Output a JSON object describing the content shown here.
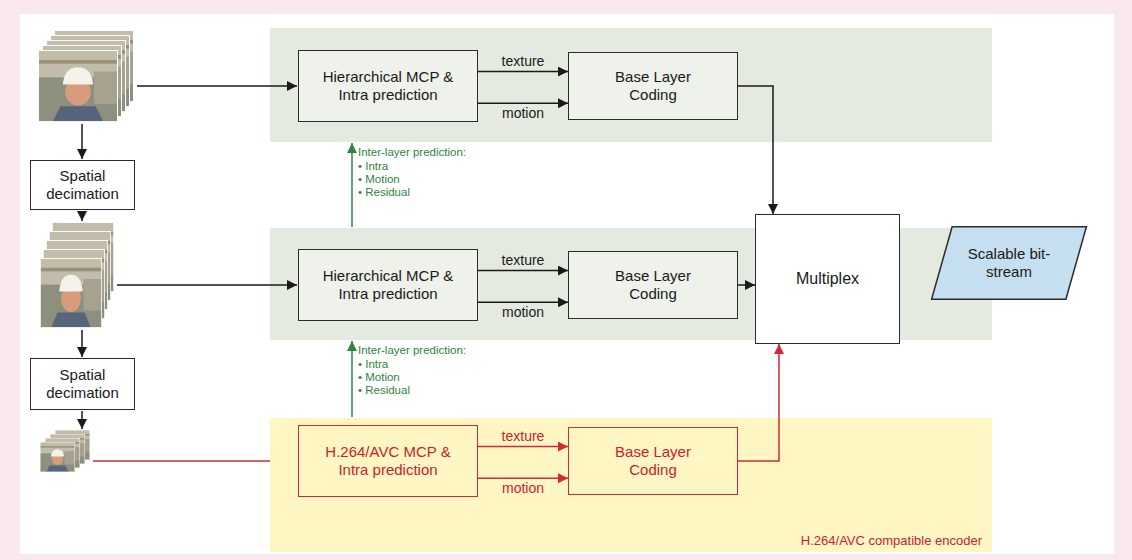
{
  "diagram": {
    "nodes": [
      {
        "text": [
          "Hierarchical MCP & Intra prediction"
        ]
      },
      {
        "text": [
          "Base Layer Coding"
        ]
      },
      {
        "text": [
          "Spatial decimation"
        ]
      },
      {
        "text": [
          "Hierarchical MCP & Intra prediction"
        ]
      },
      {
        "text": [
          "Base Layer Coding"
        ]
      },
      {
        "text": [
          "Multiplex"
        ]
      },
      {
        "text": [
          "Scalable bit-stream"
        ]
      },
      {
        "text": [
          "Spatial decimation"
        ]
      },
      {
        "text": [
          "H.264/AVC compatible encoder"
        ]
      },
      {
        "text": [
          "H.264/AVC MCP & Intra prediction"
        ],
        "in": 8
      },
      {
        "text": [
          "Base Layer Coding"
        ],
        "in": 8
      }
    ],
    "edges": [
      {
        "from": 0,
        "to": 1,
        "label": "texture",
        "arrow": "to"
      },
      {
        "from": 0,
        "to": 1,
        "label": "motion",
        "arrow": "to"
      },
      {
        "from": 3,
        "to": 4,
        "label": "texture",
        "arrow": "to"
      },
      {
        "from": 3,
        "to": 4,
        "label": "motion",
        "arrow": "to"
      },
      {
        "from": 9,
        "to": 10,
        "label": "texture",
        "arrow": "to"
      },
      {
        "from": 9,
        "to": 10,
        "label": "motion",
        "arrow": "to"
      },
      {
        "from": 1,
        "to": 5,
        "arrow": "to"
      },
      {
        "from": 4,
        "to": 5,
        "arrow": "to"
      },
      {
        "from": 10,
        "to": 5,
        "arrow": "to"
      }
    ],
    "labels": [
      "Inter-layer prediction:",
      "• Intra",
      "• Motion",
      "• Residual",
      "Inter-layer prediction:",
      "• Intra",
      "• Motion",
      "• Residual"
    ]
  }
}
